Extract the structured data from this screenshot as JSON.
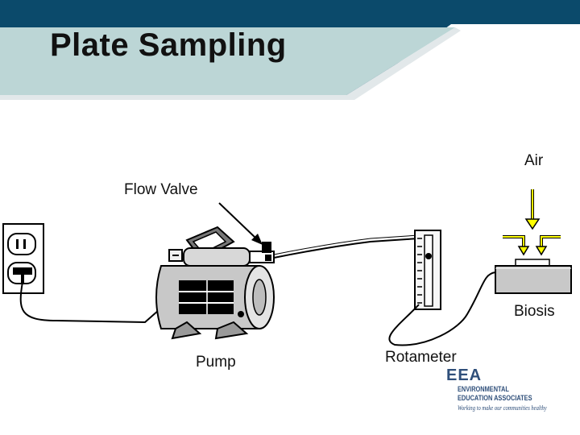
{
  "slide": {
    "title": "Plate Sampling"
  },
  "labels": {
    "air": "Air",
    "flow_valve": "Flow Valve",
    "biosis": "Biosis",
    "pump": "Pump",
    "rotameter": "Rotameter"
  },
  "logo": {
    "mark": "EEA",
    "line1": "ENVIRONMENTAL",
    "line2": "EDUCATION ASSOCIATES",
    "tagline": "Working to make our communities healthy"
  },
  "colors": {
    "banner_dark": "#0b4a6b",
    "banner_light": "#bcd6d6",
    "air_arrow": "#ffff00",
    "pump_body": "#cccccc",
    "dish": "#c8c8c8"
  }
}
